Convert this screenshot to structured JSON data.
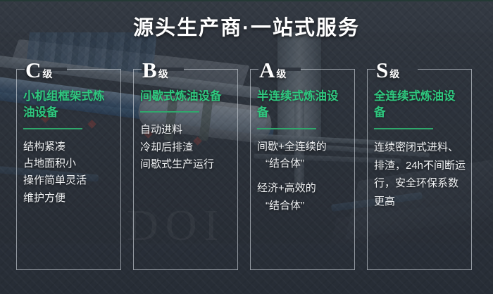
{
  "header": {
    "title": "源头生产商·一站式服务"
  },
  "cards": [
    {
      "grade_letter": "C",
      "grade_suffix": "级",
      "title": "小机组框架式炼油设备",
      "features": [
        "结构紧凑",
        "占地面积小",
        "操作简单灵活",
        "维护方便"
      ],
      "layout": "lines"
    },
    {
      "grade_letter": "B",
      "grade_suffix": "级",
      "title": "间歇式炼油设备",
      "features": [
        "自动进料",
        "冷却后排渣",
        "间歇式生产运行"
      ],
      "layout": "lines"
    },
    {
      "grade_letter": "A",
      "grade_suffix": "级",
      "title": "半连续式炼油设备",
      "features": [
        "间歇+全连续的",
        "“结合体”",
        "",
        "经济+高效的",
        "“结合体”"
      ],
      "layout": "grouped"
    },
    {
      "grade_letter": "S",
      "grade_suffix": "级",
      "title": "全连续式炼油设备",
      "features": [
        "连续密闭式进料、排渣，24h不间断运行，安全环保系数更高"
      ],
      "layout": "paragraph"
    }
  ],
  "background": {
    "watermark": "DOI",
    "accent_green": "#2fc87f",
    "divider_green": "#2fa86c",
    "base_color": "#2b313a",
    "text_color": "#f0f2f4"
  }
}
